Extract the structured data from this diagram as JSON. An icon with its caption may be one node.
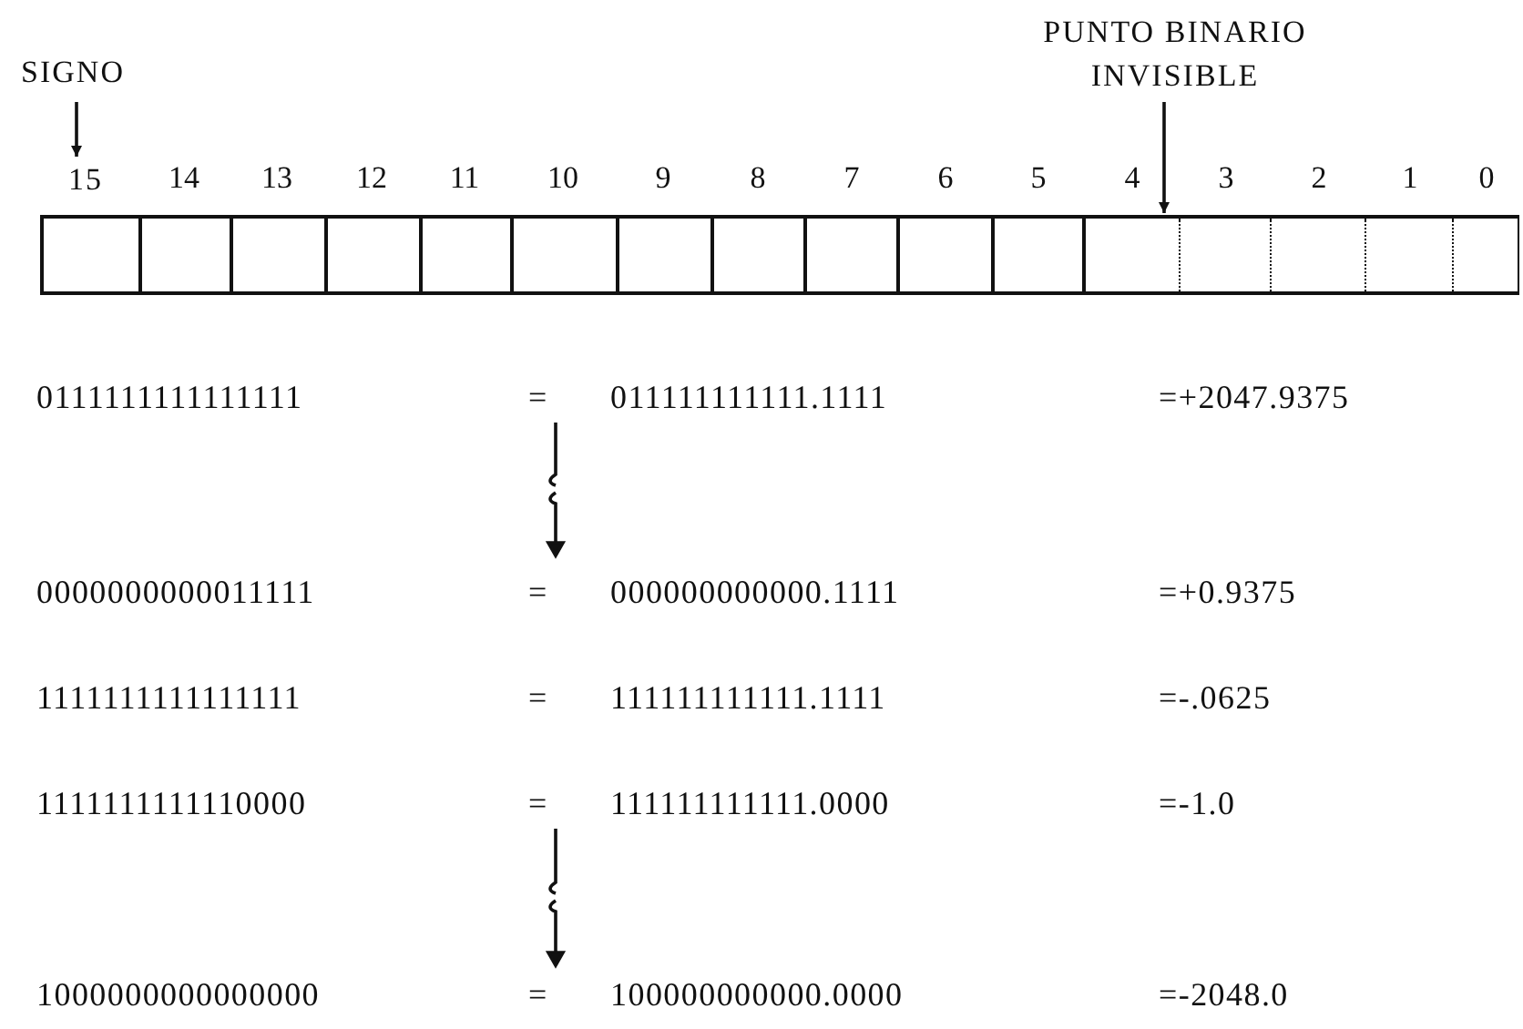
{
  "diagram": {
    "nodes": [
      {
        "text": [
          "SIGNO"
        ]
      },
      {
        "text": [
          "15"
        ]
      },
      {
        "text": [
          "PUNTO BINARIO INVISIBLE"
        ]
      },
      {
        "text": [],
        "shape": "box"
      }
    ],
    "edges": [
      {
        "from": 0,
        "to": 1,
        "arrow": "to"
      },
      {
        "from": 2,
        "to": 3,
        "arrow": "to"
      }
    ],
    "labels": [
      "14",
      "13",
      "12",
      "11",
      "10",
      "9",
      "8",
      "7",
      "6",
      "5",
      "4",
      "3",
      "2",
      "1",
      "0",
      "0111111111111111",
      "=",
      "011111111111.1111",
      "=+2047.9375",
      "0000000000011111",
      "=",
      "000000000000.1111",
      "=+0.9375",
      "1111111111111111",
      "=",
      "111111111111.1111",
      "=-.0625",
      "1111111111110000",
      "=",
      "111111111111.0000",
      "=-1.0",
      "1000000000000000",
      "=",
      "100000000000.0000",
      "=-2048.0"
    ]
  }
}
